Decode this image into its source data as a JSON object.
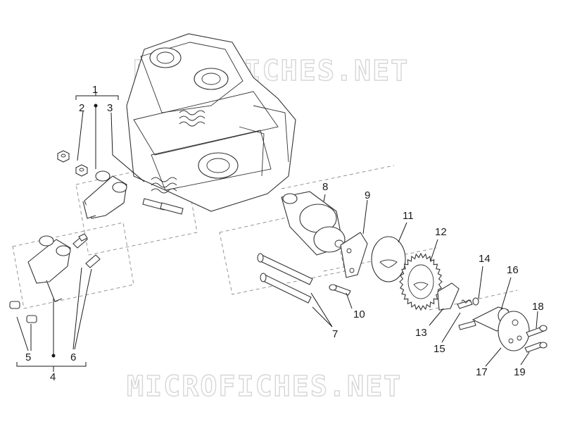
{
  "watermark": "MICROFICHES.NET",
  "callouts": [
    {
      "id": "1",
      "text": "1"
    },
    {
      "id": "2",
      "text": "2"
    },
    {
      "id": "3",
      "text": "3"
    },
    {
      "id": "4",
      "text": "4"
    },
    {
      "id": "5",
      "text": "5"
    },
    {
      "id": "6",
      "text": "6"
    },
    {
      "id": "7",
      "text": "7"
    },
    {
      "id": "8",
      "text": "8"
    },
    {
      "id": "9",
      "text": "9"
    },
    {
      "id": "10",
      "text": "10"
    },
    {
      "id": "11",
      "text": "11"
    },
    {
      "id": "12",
      "text": "12"
    },
    {
      "id": "13",
      "text": "13"
    },
    {
      "id": "14",
      "text": "14"
    },
    {
      "id": "15",
      "text": "15"
    },
    {
      "id": "16",
      "text": "16"
    },
    {
      "id": "17",
      "text": "17"
    },
    {
      "id": "18",
      "text": "18"
    },
    {
      "id": "19",
      "text": "19"
    }
  ]
}
